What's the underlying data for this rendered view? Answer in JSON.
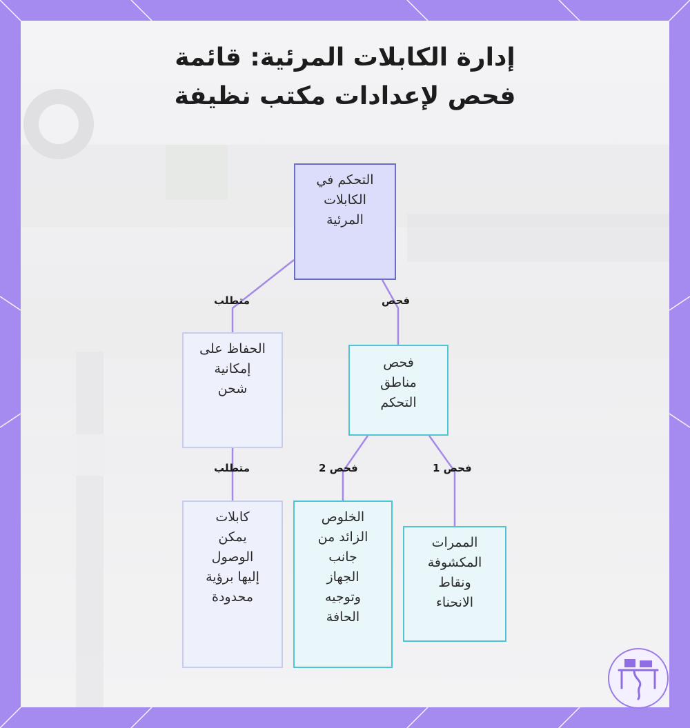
{
  "title": {
    "line1": "إدارة الكابلات المرئية: قائمة",
    "line2": "فحص لإعدادات مكتب نظيفة"
  },
  "nodes": {
    "root": [
      "التحكم في",
      "الكابلات",
      "المرئية"
    ],
    "left": [
      "الحفاظ على",
      "إمكانية",
      "شحن"
    ],
    "mid": [
      "فحص",
      "مناطق",
      "التحكم"
    ],
    "ll": [
      "كابلات",
      "يمكن",
      "الوصول",
      "إليها برؤية",
      "محدودة"
    ],
    "lm": [
      "الخلوص",
      "الزائد من",
      "جانب",
      "الجهاز",
      "وتوجيه",
      "الحافة"
    ],
    "lr": [
      "الممرات",
      "المكشوفة",
      "ونقاط",
      "الانحناء"
    ]
  },
  "edges": {
    "root_left": "متطلب",
    "root_mid": "فحص",
    "left_ll": "متطلب",
    "mid_lm": "فحص 2",
    "mid_lr": "فحص 1"
  },
  "colors": {
    "frame": "#a58bf0",
    "edge": "#a48ae6",
    "root_fill": "#dcddfb",
    "root_border": "#6a6fc4",
    "teal_border": "#4fc4d4"
  },
  "icons": {
    "logo": "desk-cable-logo-icon"
  }
}
